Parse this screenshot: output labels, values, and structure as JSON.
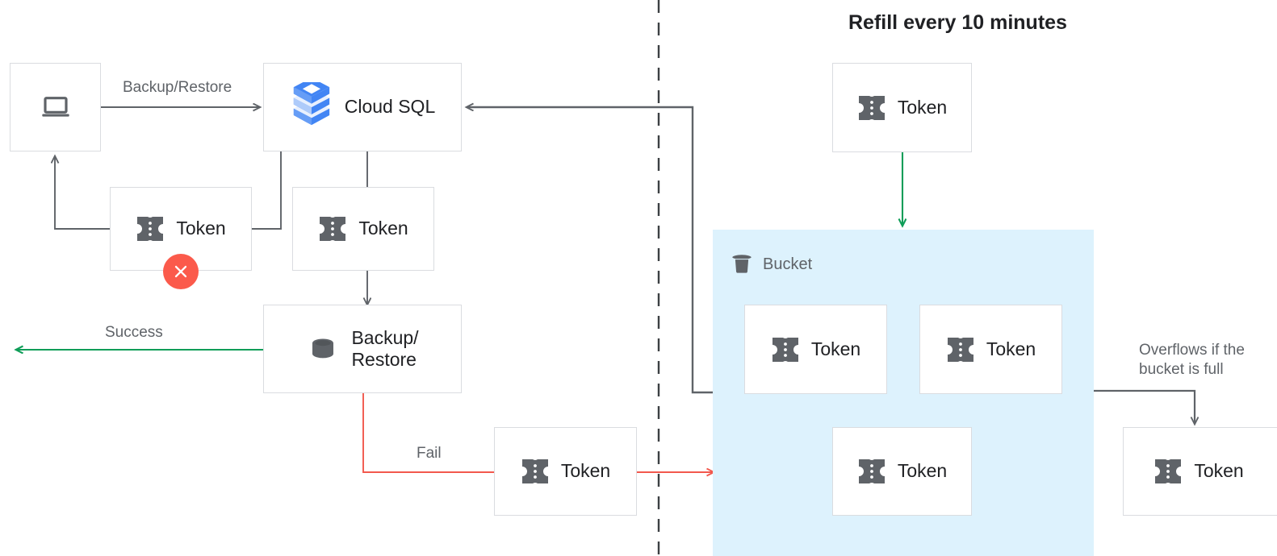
{
  "title": "Refill every 10 minutes",
  "colors": {
    "gray_line": "#5f6368",
    "green": "#0f9d58",
    "red": "#f2584d",
    "bucket_fill": "#ddf2fd",
    "box_border": "#dadce0",
    "text_dark": "#202124",
    "text_gray": "#5f6368",
    "cloudsql_blue_dark": "#4285f4",
    "cloudsql_blue_mid": "#669df6",
    "cloudsql_blue_light": "#aecbfa",
    "token_icon": "#5f6368",
    "error_badge": "#fb5a4b"
  },
  "nodes": {
    "client": {
      "label": "",
      "icon": "laptop-icon"
    },
    "cloud_sql": {
      "label": "Cloud SQL",
      "icon": "cloud-sql-icon"
    },
    "token_failed": {
      "label": "Token",
      "icon": "token-icon",
      "badge": "error-x-icon"
    },
    "token_consumed": {
      "label": "Token",
      "icon": "token-icon"
    },
    "backup_restore": {
      "label": "Backup/\nRestore",
      "icon": "database-icon"
    },
    "token_fail_path": {
      "label": "Token",
      "icon": "token-icon"
    },
    "token_refill": {
      "label": "Token",
      "icon": "token-icon"
    },
    "bucket": {
      "label": "Bucket",
      "icon": "bucket-icon"
    },
    "bucket_token_1": {
      "label": "Token",
      "icon": "token-icon"
    },
    "bucket_token_2": {
      "label": "Token",
      "icon": "token-icon"
    },
    "bucket_token_3": {
      "label": "Token",
      "icon": "token-icon"
    },
    "token_overflow": {
      "label": "Token",
      "icon": "token-icon"
    }
  },
  "edges": {
    "backup_restore_label": "Backup/Restore",
    "success_label": "Success",
    "fail_label": "Fail",
    "overflow_label": "Overflows if the\nbucket is full"
  }
}
